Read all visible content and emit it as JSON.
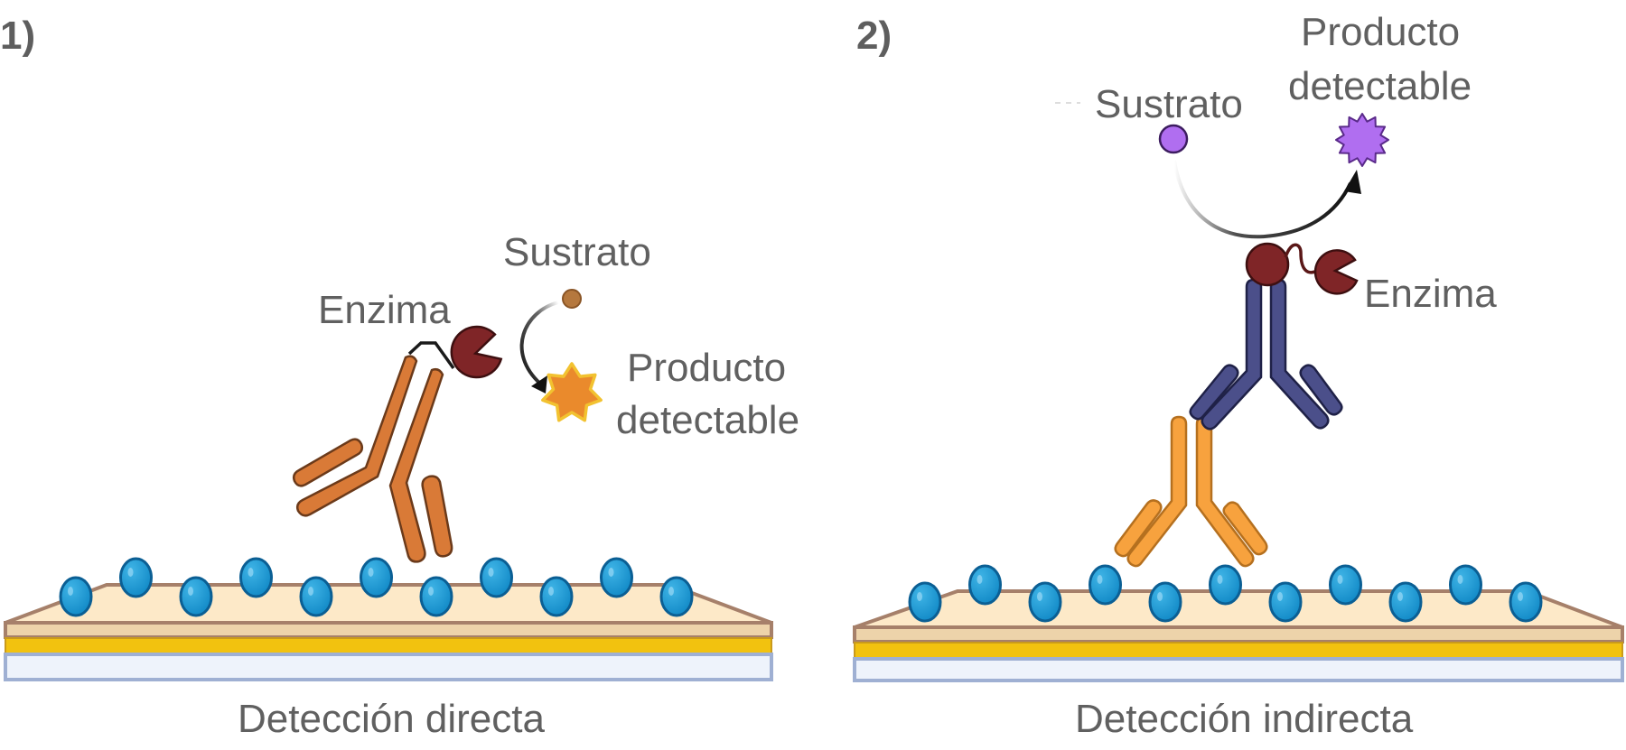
{
  "panels": [
    {
      "number": "1)",
      "caption": "Detección directa",
      "labels": {
        "enzyme": "Enzima",
        "substrate": "Sustrato",
        "product_line1": "Producto",
        "product_line2": "detectable"
      },
      "antibodies": [
        "primary-labeled"
      ],
      "antigen_count": 11
    },
    {
      "number": "2)",
      "caption": "Detección indirecta",
      "labels": {
        "enzyme": "Enzima",
        "substrate": "Sustrato",
        "product_line1": "Producto",
        "product_line2": "detectable"
      },
      "antibodies": [
        "primary",
        "secondary-labeled"
      ],
      "antigen_count": 11
    }
  ],
  "colors": {
    "text": "#606060",
    "antigen": "#1a95cf",
    "antigen_stroke": "#0b5f94",
    "antibody_direct": "#d97a37",
    "antibody_primary": "#f7a23e",
    "antibody_secondary": "#4b4f8a",
    "enzyme": "#7f2527",
    "substrate_direct": "#b5783e",
    "product_direct": "#ea8a2c",
    "product_direct_glow": "#f2c230",
    "substrate_indirect": "#b06ef0",
    "product_indirect": "#b06ef0",
    "plate_top": "#fde9c8",
    "plate_side": "#edd3aa",
    "plate_edge": "#a6806a",
    "plate_gold": "#f2c20f",
    "plate_base": "#eef3fb",
    "plate_base_edge": "#9fb0d3"
  }
}
